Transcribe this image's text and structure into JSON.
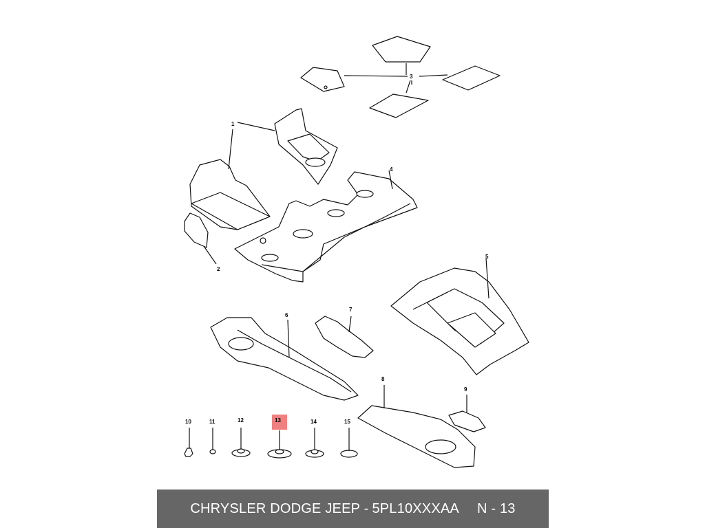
{
  "diagram": {
    "callouts": {
      "c1": "1",
      "c2": "2",
      "c3": "3",
      "c4": "4",
      "c5": "5",
      "c6": "6",
      "c7": "7",
      "c8": "8",
      "c9": "9",
      "c10": "10",
      "c11": "11",
      "c12": "12",
      "c13": "13",
      "c14": "14",
      "c15": "15"
    },
    "highlighted_callout": "13",
    "highlight_color": "#f08080"
  },
  "footer": {
    "brand": "CHRYSLER DODGE JEEP -",
    "part_code": "5PL10XXXAA",
    "reference": "N - 13",
    "background": "#666666"
  }
}
